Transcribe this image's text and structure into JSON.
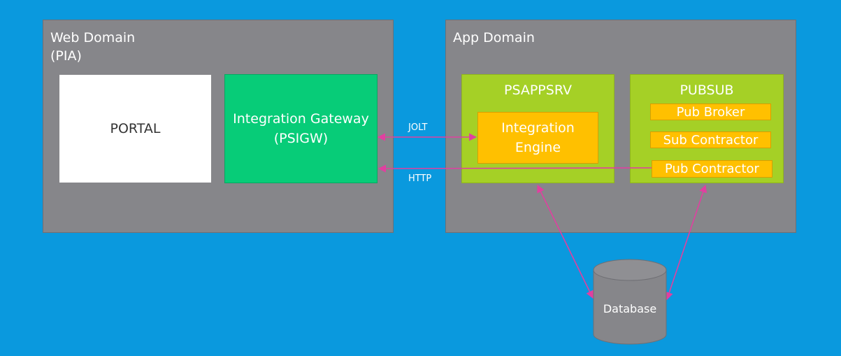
{
  "web_domain": {
    "title": "Web Domain\n(PIA)",
    "portal": "PORTAL",
    "gateway": "Integration Gateway\n(PSIGW)"
  },
  "app_domain": {
    "title": "App Domain",
    "psappsrv": {
      "title": "PSAPPSRV",
      "engine": "Integration\nEngine"
    },
    "pubsub": {
      "title": "PUBSUB",
      "items": [
        "Pub Broker",
        "Sub Contractor",
        "Pub Contractor"
      ]
    }
  },
  "links": {
    "jolt": "JOLT",
    "http": "HTTP"
  },
  "database": {
    "label": "Database"
  },
  "colors": {
    "background": "#0a99de",
    "domain": "#86868a",
    "gateway": "#07cc78",
    "server": "#a5d026",
    "component": "#ffc000",
    "arrow": "#e040a0",
    "database": "#86868a"
  }
}
